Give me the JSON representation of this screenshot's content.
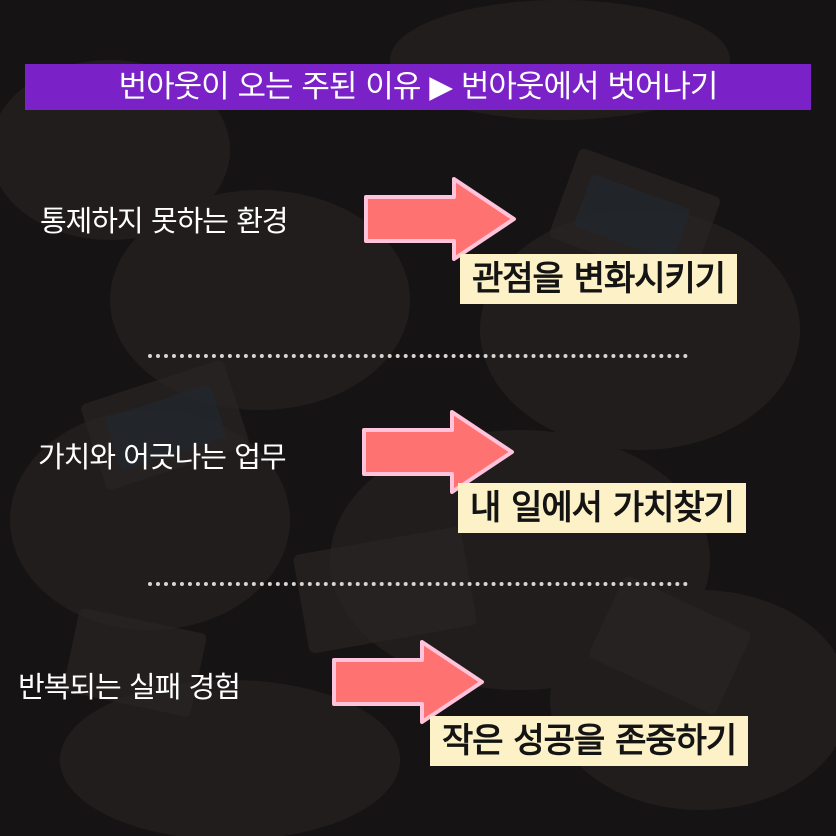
{
  "title": "번아웃이 오는 주된 이유 ▶ 번아웃에서 벗어나기",
  "rows": [
    {
      "problem": "통제하지 못하는 환경",
      "solution": "관점을 변화시키기"
    },
    {
      "problem": "가치와 어긋나는 업무",
      "solution": "내 일에서 가치찾기"
    },
    {
      "problem": "반복되는 실패 경험",
      "solution": "작은 성공을 존중하기"
    }
  ],
  "colors": {
    "title_bg": "#7a22c8",
    "arrow_fill": "#ff7272",
    "arrow_outline": "#ffc3dc",
    "solution_bg": "#fdf1c8"
  },
  "icons": {
    "arrow": "right-arrow-icon"
  }
}
